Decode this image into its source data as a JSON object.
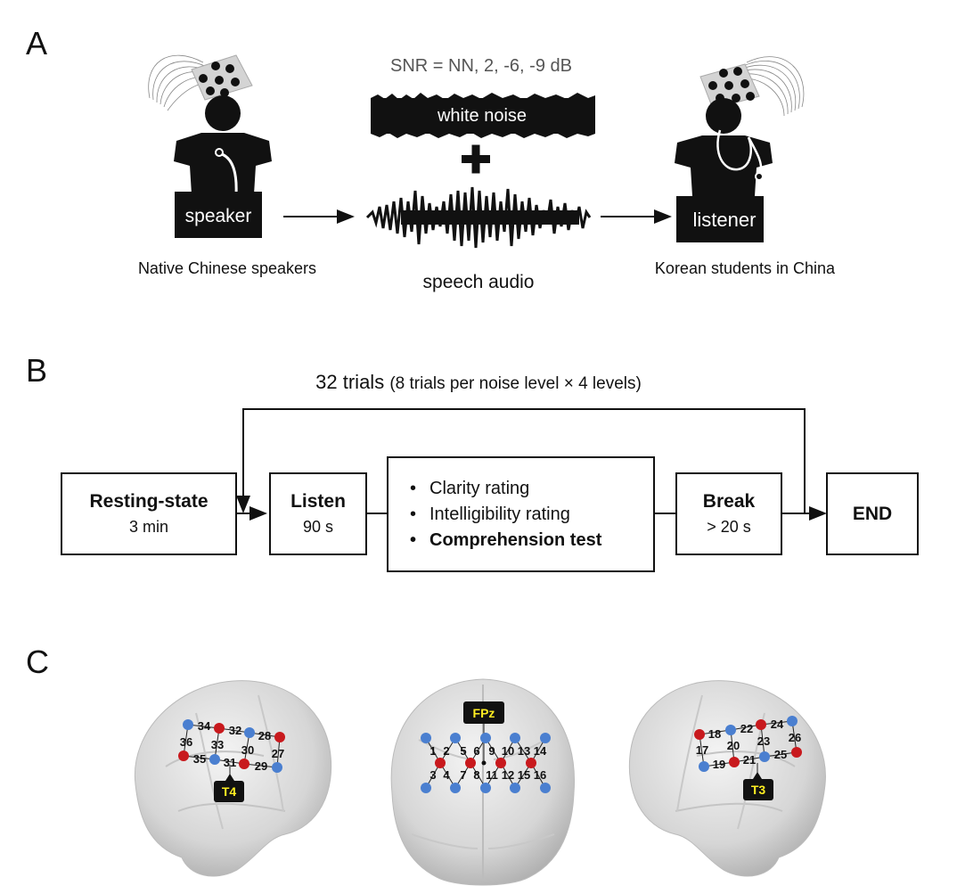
{
  "panel_a": {
    "letter": "A",
    "snr_text": "SNR = NN, 2, -6, -9 dB",
    "noise_label": "white noise",
    "plus_sign": "+",
    "speaker_label": "speaker",
    "listener_label": "listener",
    "speaker_caption": "Native Chinese speakers",
    "audio_caption": "speech audio",
    "listener_caption": "Korean students in China"
  },
  "panel_b": {
    "letter": "B",
    "loop_title": "32 trials",
    "loop_detail": "(8 trials per noise level × 4 levels)",
    "resting": {
      "title": "Resting-state",
      "sub": "3 min"
    },
    "listen": {
      "title": "Listen",
      "sub": "90 s"
    },
    "tasks": [
      "Clarity rating",
      "Intelligibility rating",
      "Comprehension test"
    ],
    "break": {
      "title": "Break",
      "sub": "> 20 s"
    },
    "end": "END"
  },
  "panel_c": {
    "letter": "C",
    "colors": {
      "red": "#c8191d",
      "blue": "#4a7fd0",
      "badge_bg": "#111111",
      "badge_text": "#ffee22"
    },
    "right_view": {
      "landmark": "T4",
      "channels": [
        "34",
        "32",
        "28",
        "36",
        "33",
        "30",
        "27",
        "35",
        "31",
        "29"
      ]
    },
    "front_view": {
      "landmark": "FPz",
      "channels": [
        "1",
        "2",
        "5",
        "6",
        "9",
        "10",
        "13",
        "14",
        "3",
        "4",
        "7",
        "8",
        "11",
        "12",
        "15",
        "16"
      ]
    },
    "left_view": {
      "landmark": "T3",
      "channels": [
        "18",
        "22",
        "24",
        "26",
        "17",
        "20",
        "23",
        "19",
        "21",
        "25"
      ]
    }
  }
}
